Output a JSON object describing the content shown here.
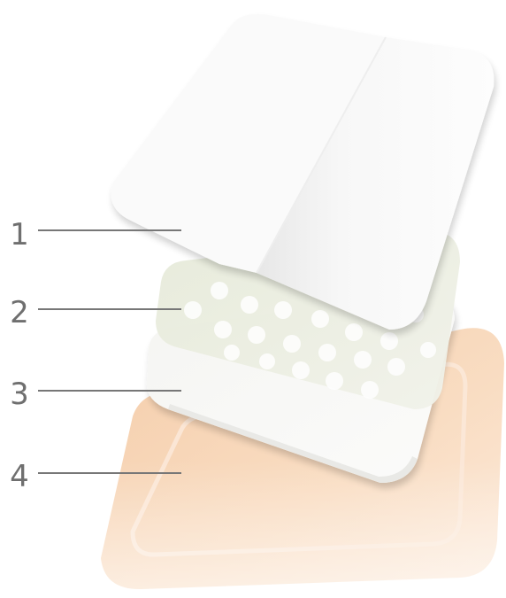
{
  "callouts": [
    {
      "number": "1"
    },
    {
      "number": "2"
    },
    {
      "number": "3"
    },
    {
      "number": "4"
    }
  ],
  "colors": {
    "release_liner": "#fafafa",
    "adhesive_layer": "#eef0e8",
    "foam_pad": "#f6f6f4",
    "backing_film": "#f6cfa9",
    "callout_text": "#6f6f6f",
    "callout_line": "#777777"
  }
}
